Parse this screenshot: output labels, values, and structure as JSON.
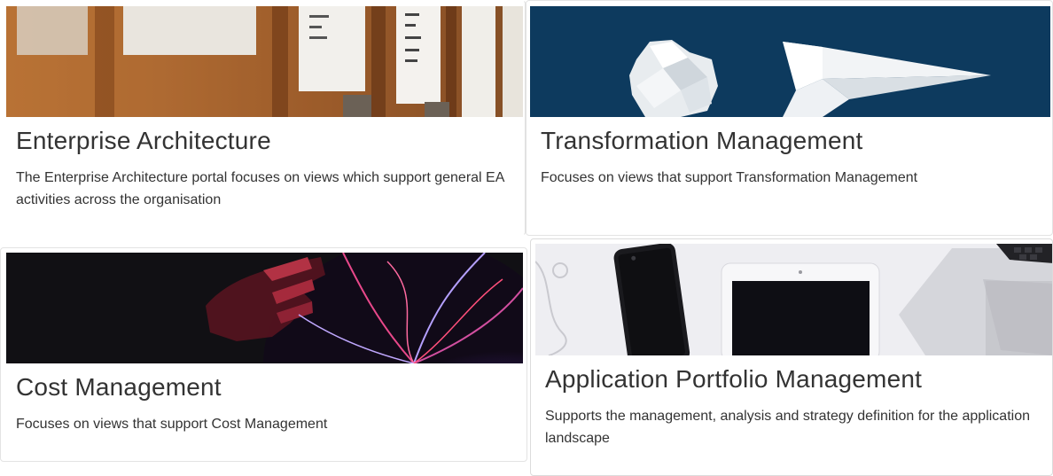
{
  "cards": [
    {
      "title": "Enterprise Architecture",
      "description": "The Enterprise Architecture portal focuses on views which support general EA activities across the organisation",
      "image": "file-cabinet-index-cards-photo"
    },
    {
      "title": "Transformation Management",
      "description": "Focuses on views that support Transformation Management",
      "image": "crumpled-paper-and-paper-plane-photo"
    },
    {
      "title": "Cost Management",
      "description": "Focuses on views that support Cost Management",
      "image": "plasma-ball-hand-photo"
    },
    {
      "title": "Application Portfolio Management",
      "description": "Supports the management, analysis and strategy definition for the application landscape",
      "image": "phone-tablet-laptop-desk-photo"
    }
  ],
  "colors": {
    "title_text": "#333333",
    "body_text": "#333333",
    "card_border": "#dcdcdc",
    "navy_banner": "#0d3a5e"
  }
}
